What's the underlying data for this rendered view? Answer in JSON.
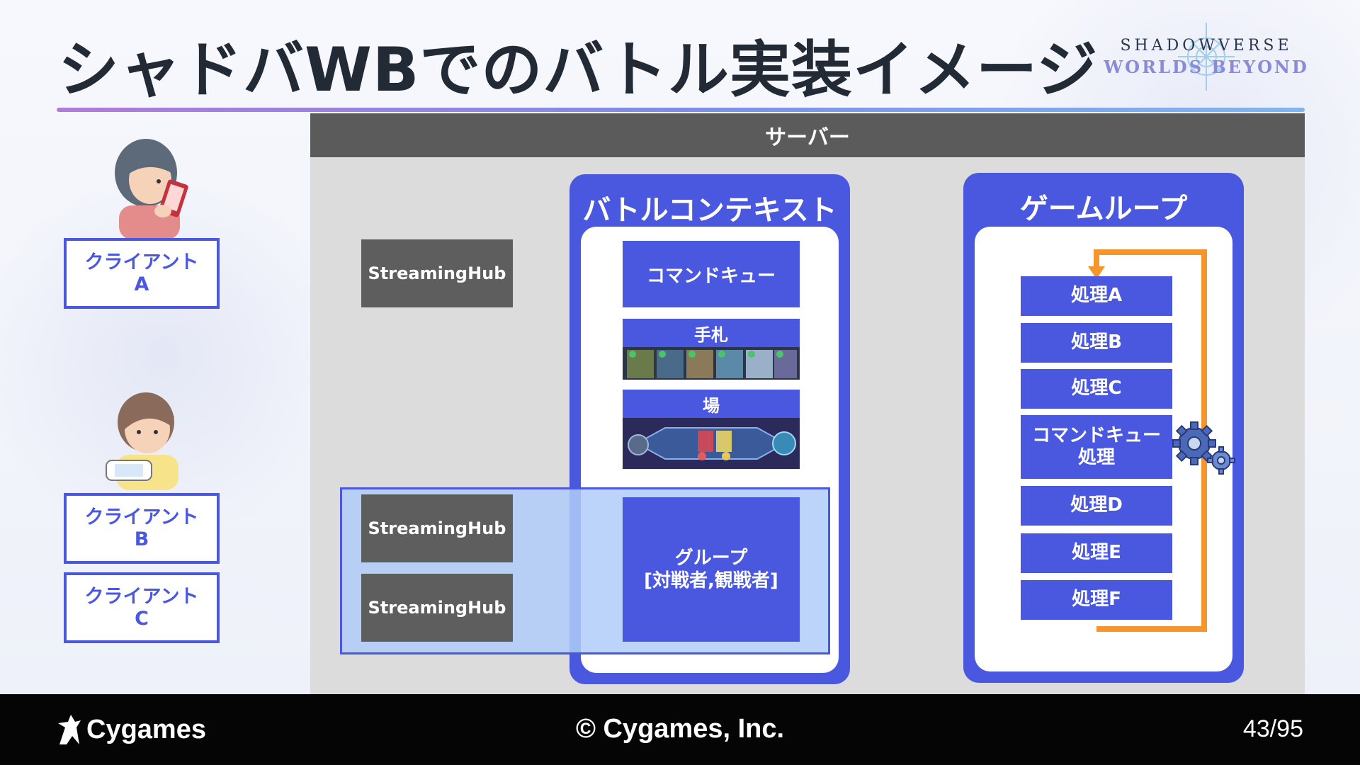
{
  "slide": {
    "title": "シャドバWBでのバトル実装イメージ",
    "logo_line1": "SHADOWVERSE",
    "logo_line2": "WORLDS BEYOND"
  },
  "server": {
    "label": "サーバー"
  },
  "clients": [
    {
      "line1": "クライアント",
      "line2": "A"
    },
    {
      "line1": "クライアント",
      "line2": "B"
    },
    {
      "line1": "クライアント",
      "line2": "C"
    }
  ],
  "hubs": [
    "StreamingHub",
    "StreamingHub",
    "StreamingHub"
  ],
  "battle_context": {
    "title": "バトルコンテキスト",
    "command_queue": "コマンドキュー",
    "hand": "手札",
    "field": "場",
    "group_line1": "グループ",
    "group_line2": "[対戦者,観戦者]"
  },
  "game_loop": {
    "title": "ゲームループ",
    "steps": [
      {
        "line1": "処理A",
        "line2": ""
      },
      {
        "line1": "処理B",
        "line2": ""
      },
      {
        "line1": "処理C",
        "line2": ""
      },
      {
        "line1": "コマンドキュー",
        "line2": "処理"
      },
      {
        "line1": "処理D",
        "line2": ""
      },
      {
        "line1": "処理E",
        "line2": ""
      },
      {
        "line1": "処理F",
        "line2": ""
      }
    ],
    "loop_arrow_color": "#f5962a"
  },
  "colors": {
    "accent_blue": "#4a58e0",
    "hub_gray": "#5e5e5e",
    "server_gray": "#5b5b5b",
    "highlight_blue": "#b0ccf8"
  },
  "footer": {
    "brand": "Cygames",
    "copyright": "© Cygames, Inc.",
    "page": "43/95"
  }
}
